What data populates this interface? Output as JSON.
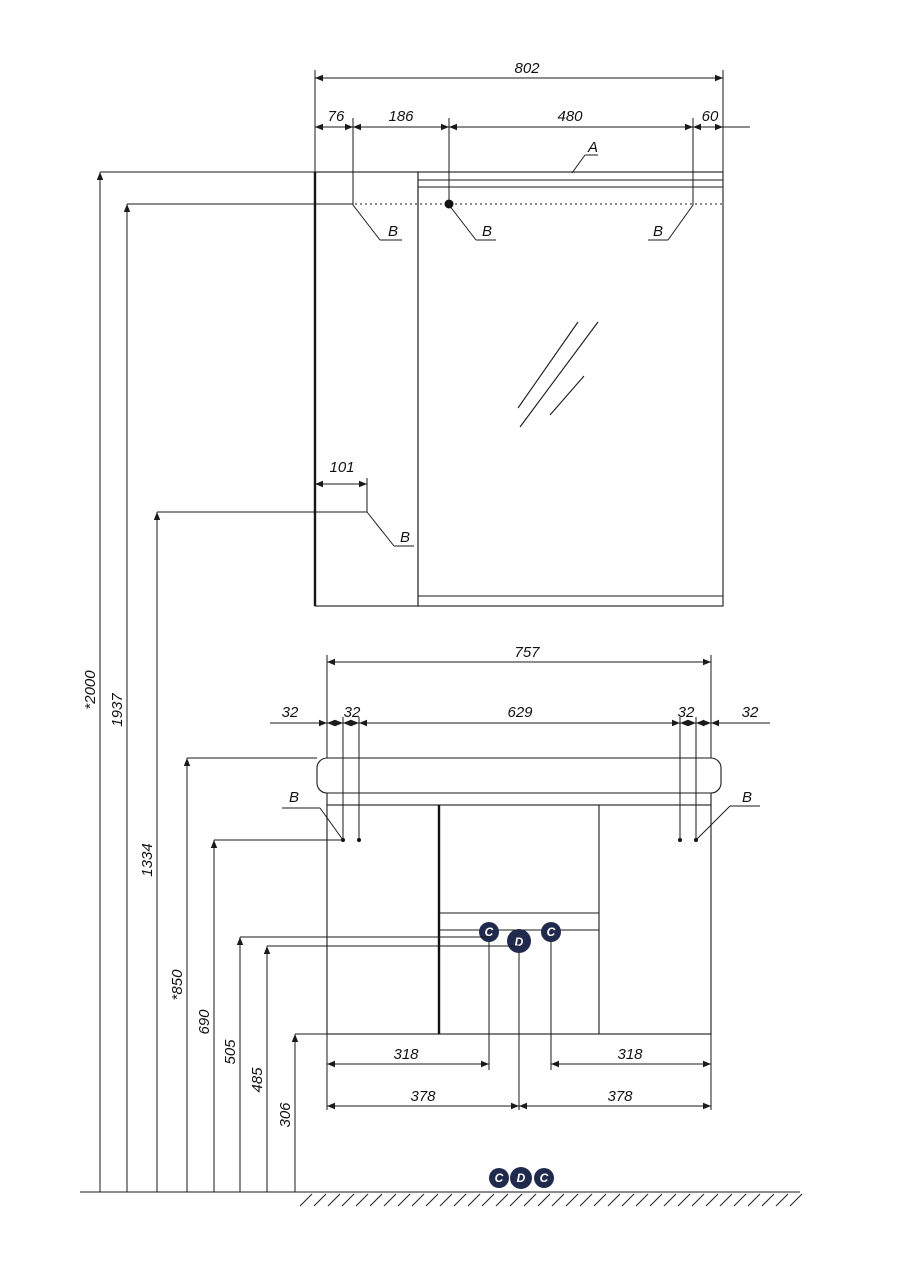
{
  "mirror": {
    "dim_total_width": "802",
    "dim_76": "76",
    "dim_186": "186",
    "dim_480": "480",
    "dim_60": "60",
    "dim_101": "101",
    "label_A": "A",
    "label_B": "B"
  },
  "vanity": {
    "dim_757": "757",
    "dim_32_a": "32",
    "dim_32_b": "32",
    "dim_629": "629",
    "dim_32_c": "32",
    "dim_32_d": "32",
    "dim_318_left": "318",
    "dim_318_right": "318",
    "dim_378_left": "378",
    "dim_378_right": "378",
    "label_B": "B"
  },
  "heights": {
    "h_2000": "*2000",
    "h_1937": "1937",
    "h_1334": "1334",
    "h_850": "*850",
    "h_690": "690",
    "h_505": "505",
    "h_485": "485",
    "h_306": "306"
  },
  "markers": {
    "C": "C",
    "D": "D"
  },
  "colors": {
    "line": "#1a1a1a",
    "marker_fill": "#1f2a4d"
  }
}
